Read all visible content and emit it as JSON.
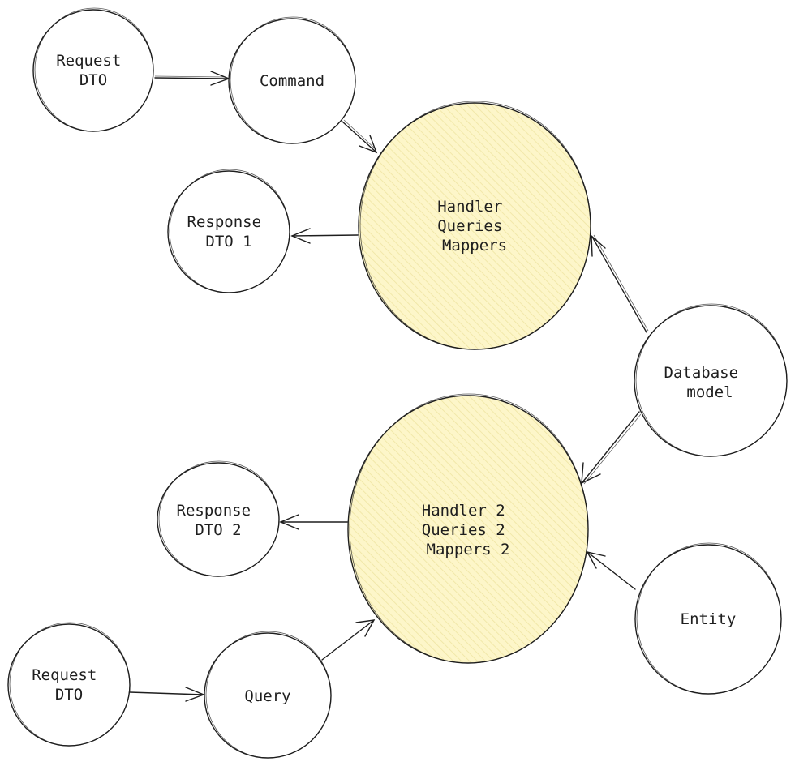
{
  "diagram": {
    "highlight_fill": "#fdf6c9",
    "highlight_hatch": "#f0e6a0",
    "stroke_color": "#1e1e1e",
    "nodes": {
      "request_dto_top": {
        "lines": [
          "Request",
          "DTO"
        ]
      },
      "command": {
        "lines": [
          "Command"
        ]
      },
      "handler_top": {
        "lines": [
          "Handler",
          "Queries",
          "Mappers"
        ]
      },
      "response_dto_1": {
        "lines": [
          "Response",
          "DTO 1"
        ]
      },
      "database_model": {
        "lines": [
          "Database",
          "model"
        ]
      },
      "handler_bottom": {
        "lines": [
          "Handler 2",
          "Queries 2",
          "Mappers 2"
        ]
      },
      "response_dto_2": {
        "lines": [
          "Response",
          "DTO 2"
        ]
      },
      "entity": {
        "lines": [
          "Entity"
        ]
      },
      "request_dto_bottom": {
        "lines": [
          "Request",
          "DTO"
        ]
      },
      "query": {
        "lines": [
          "Query"
        ]
      }
    },
    "edges": [
      {
        "from": "request_dto_top",
        "to": "command"
      },
      {
        "from": "command",
        "to": "handler_top"
      },
      {
        "from": "handler_top",
        "to": "response_dto_1"
      },
      {
        "from": "database_model",
        "to": "handler_top"
      },
      {
        "from": "database_model",
        "to": "handler_bottom"
      },
      {
        "from": "handler_bottom",
        "to": "response_dto_2"
      },
      {
        "from": "entity",
        "to": "handler_bottom"
      },
      {
        "from": "request_dto_bottom",
        "to": "query"
      },
      {
        "from": "query",
        "to": "handler_bottom"
      }
    ]
  }
}
